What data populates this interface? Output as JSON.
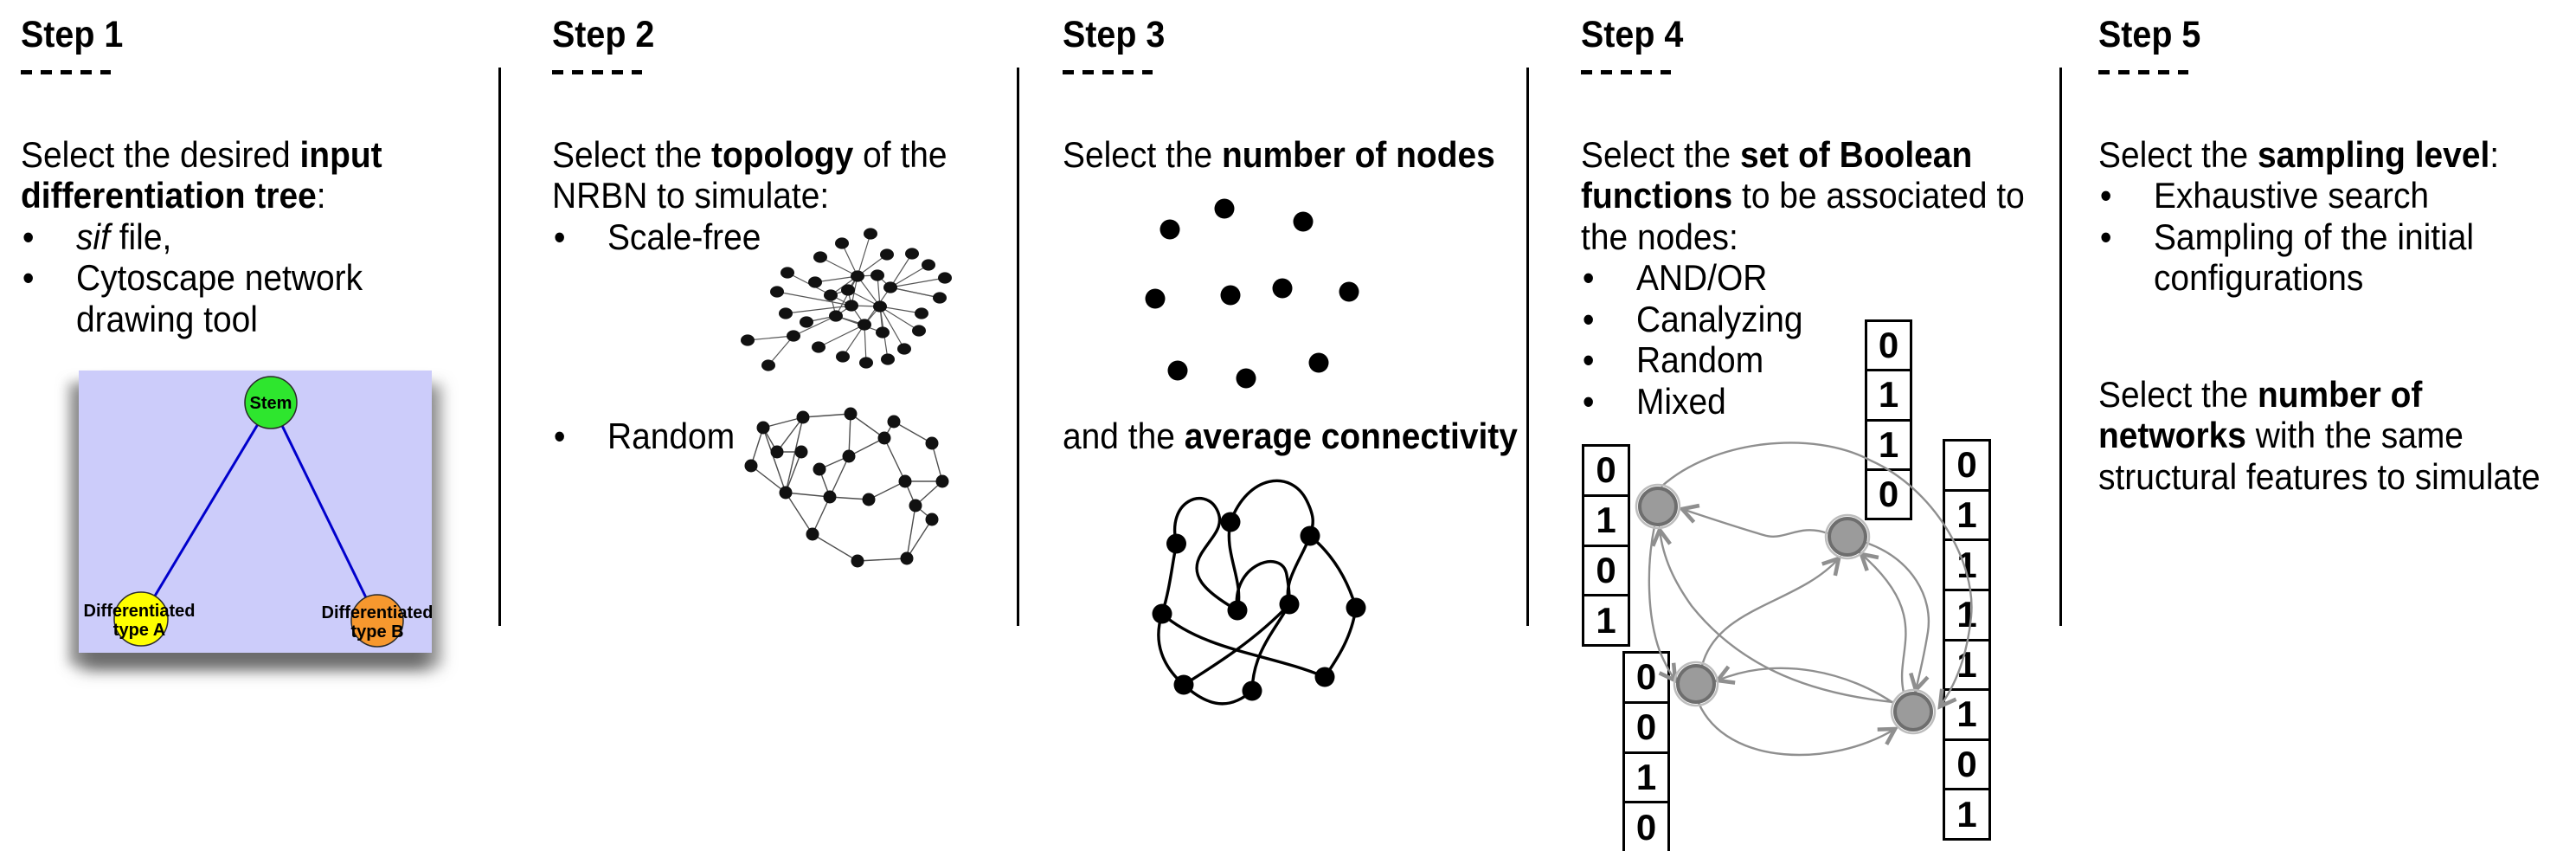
{
  "figure_colors": {
    "tree_background": "#ccccfa",
    "stem_node": "#2ee62e",
    "type_a_node": "#ffff00",
    "type_b_node": "#f7982e",
    "tree_edge": "#0000cc",
    "boolean_node_fill": "#9b9b9b",
    "boolean_node_stroke": "#6e6e6e",
    "arrow_gray": "#8f8f8f",
    "network_black": "#1a1a1a"
  },
  "columns": [
    {
      "title": "Step 1",
      "separator": "- - - - -",
      "para": {
        "l1": [
          {
            "t": "Select the desired "
          },
          {
            "t": "input",
            "b": 1
          }
        ],
        "l2": [
          {
            "t": "differentiation tree",
            "b": 1
          },
          {
            "t": ":"
          }
        ]
      },
      "bullets": {
        "b1_marker": "•",
        "b1": [
          {
            "t": "sif",
            "i": 1
          },
          {
            "t": " file,"
          }
        ],
        "b2_marker": "•",
        "b2": [
          {
            "t": "Cytoscape network"
          }
        ],
        "b2_cont": [
          {
            "t": "drawing tool"
          }
        ]
      },
      "figure": {
        "stem_label": "Stem",
        "type_a_label_line1": "Differentiated",
        "type_a_label_line2": "type A",
        "type_b_label_line1": "Differentiated",
        "type_b_label_line2": "type B"
      }
    },
    {
      "title": "Step 2",
      "separator": "- - - - -",
      "para": {
        "l1": [
          {
            "t": "Select the "
          },
          {
            "t": "topology",
            "b": 1
          },
          {
            "t": " of the"
          }
        ],
        "l2": [
          {
            "t": "NRBN to simulate:"
          }
        ]
      },
      "bullets": {
        "b1_marker": "•",
        "b1": [
          {
            "t": "Scale-free"
          }
        ],
        "b2_marker": "•",
        "b2": [
          {
            "t": "Random"
          }
        ]
      }
    },
    {
      "title": "Step 3",
      "separator": "- - - - -",
      "para": {
        "l1": [
          {
            "t": "Select the "
          },
          {
            "t": "number of nodes",
            "b": 1
          }
        ]
      },
      "para2": {
        "l1": [
          {
            "t": "and the "
          },
          {
            "t": "average connectivity",
            "b": 1
          }
        ]
      }
    },
    {
      "title": "Step 4",
      "separator": "- - - - -",
      "para": {
        "l1": [
          {
            "t": "Select the "
          },
          {
            "t": "set of Boolean",
            "b": 1
          }
        ],
        "l2": [
          {
            "t": "functions",
            "b": 1
          },
          {
            "t": " to be associated to"
          }
        ],
        "l3": [
          {
            "t": "the nodes:"
          }
        ]
      },
      "bullets": {
        "b1_marker": "•",
        "b1": [
          {
            "t": "AND/OR"
          }
        ],
        "b2_marker": "•",
        "b2": [
          {
            "t": "Canalyzing"
          }
        ],
        "b3_marker": "•",
        "b3": [
          {
            "t": "Random"
          }
        ],
        "b4_marker": "•",
        "b4": [
          {
            "t": "Mixed"
          }
        ]
      },
      "truth_tables": {
        "left": [
          "0",
          "1",
          "0",
          "1"
        ],
        "top": [
          "0",
          "1",
          "1",
          "0"
        ],
        "bottom_left": [
          "0",
          "0",
          "1",
          "0"
        ],
        "right": [
          "0",
          "1",
          "1",
          "1",
          "1",
          "1",
          "0",
          "1"
        ]
      }
    },
    {
      "title": "Step 5",
      "separator": "- - - - -",
      "para": {
        "l1": [
          {
            "t": "Select the "
          },
          {
            "t": "sampling level",
            "b": 1
          },
          {
            "t": ":"
          }
        ]
      },
      "bullets": {
        "b1_marker": "•",
        "b1": [
          {
            "t": "Exhaustive search"
          }
        ],
        "b2_marker": "•",
        "b2": [
          {
            "t": "Sampling of the initial"
          }
        ],
        "b2_cont": [
          {
            "t": "configurations"
          }
        ]
      },
      "para2": {
        "l1": [
          {
            "t": "Select the "
          },
          {
            "t": "number of",
            "b": 1
          }
        ],
        "l2": [
          {
            "t": "networks",
            "b": 1
          },
          {
            "t": " with the same"
          }
        ],
        "l3": [
          {
            "t": "structural features to simulate"
          }
        ]
      }
    }
  ]
}
